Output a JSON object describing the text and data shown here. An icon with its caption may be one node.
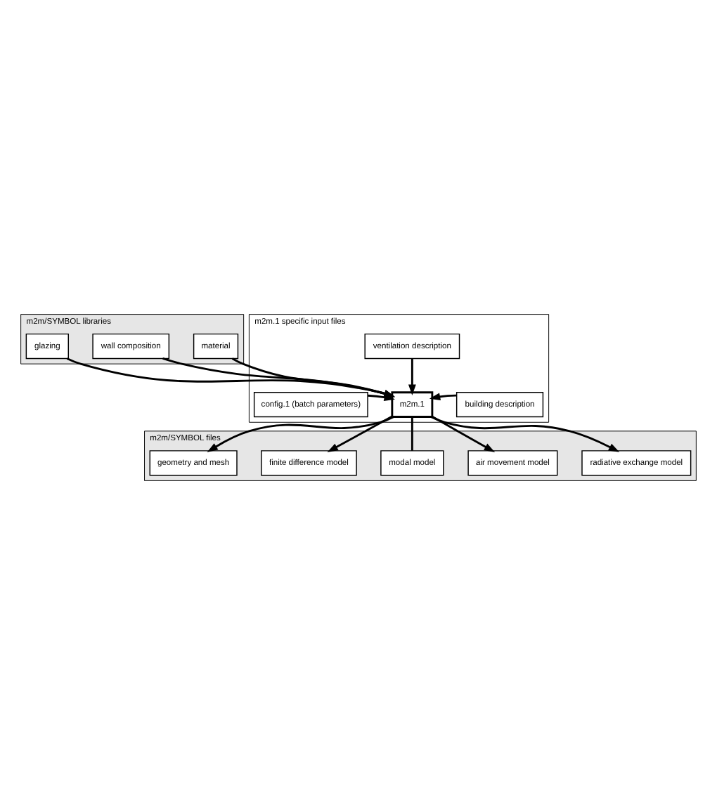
{
  "diagram": {
    "nodes": [
      {
        "text": [
          "m2m/SYMBOL libraries"
        ]
      },
      {
        "text": [
          "material"
        ],
        "in": 0
      },
      {
        "text": [
          "wall composition"
        ],
        "in": 0
      },
      {
        "text": [
          "glazing"
        ],
        "in": 0
      },
      {
        "text": [
          "m2m.1 specific input files"
        ]
      },
      {
        "text": [
          "config.1 (batch parameters)"
        ],
        "in": 4
      },
      {
        "text": [
          "m2m.1"
        ],
        "in": 4
      },
      {
        "text": [
          "building description"
        ],
        "in": 4
      },
      {
        "text": [
          "ventilation description"
        ],
        "in": 4
      },
      {
        "text": [
          "m2m/SYMBOL files"
        ]
      },
      {
        "text": [
          "geometry and mesh"
        ],
        "in": 9
      },
      {
        "text": [
          "radiative exchange model"
        ],
        "in": 9
      },
      {
        "text": [
          "finite difference model"
        ],
        "in": 9
      },
      {
        "text": [
          "air movement model"
        ],
        "in": 9
      },
      {
        "text": [
          "modal model"
        ],
        "in": 9
      }
    ],
    "edges": [
      {
        "from": 1,
        "to": 6,
        "arrow": "to"
      },
      {
        "from": 2,
        "to": 6,
        "arrow": "to"
      },
      {
        "from": 3,
        "to": 6,
        "arrow": "to"
      },
      {
        "from": 5,
        "to": 6,
        "arrow": "to"
      },
      {
        "from": 7,
        "to": 6,
        "arrow": "to"
      },
      {
        "from": 8,
        "to": 6,
        "arrow": "to"
      },
      {
        "from": 6,
        "to": 10,
        "arrow": "to"
      },
      {
        "from": 6,
        "to": 11,
        "arrow": "to"
      },
      {
        "from": 6,
        "to": 12,
        "arrow": "to"
      },
      {
        "from": 6,
        "to": 13,
        "arrow": "to"
      },
      {
        "from": 6,
        "to": 14,
        "arrow": "none"
      }
    ]
  }
}
